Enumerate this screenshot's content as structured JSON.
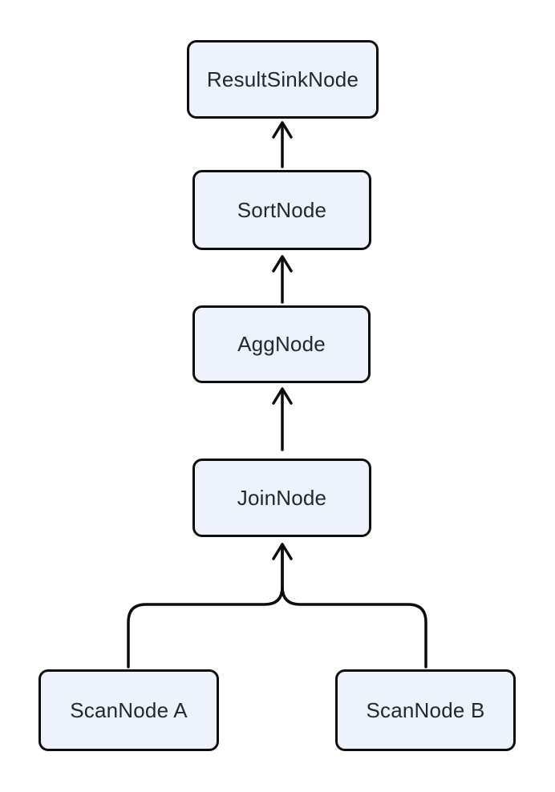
{
  "diagram": {
    "type": "flow-tree",
    "direction": "bottom-to-top",
    "nodes": [
      {
        "id": "result-sink",
        "label": "ResultSinkNode"
      },
      {
        "id": "sort",
        "label": "SortNode"
      },
      {
        "id": "agg",
        "label": "AggNode"
      },
      {
        "id": "join",
        "label": "JoinNode"
      },
      {
        "id": "scan-a",
        "label": "ScanNode A"
      },
      {
        "id": "scan-b",
        "label": "ScanNode B"
      }
    ],
    "edges": [
      {
        "from": "SortNode",
        "to": "ResultSinkNode",
        "arrow": "open-chevron"
      },
      {
        "from": "AggNode",
        "to": "SortNode",
        "arrow": "open-chevron"
      },
      {
        "from": "JoinNode",
        "to": "AggNode",
        "arrow": "open-chevron"
      },
      {
        "from": "ScanNode A",
        "to": "JoinNode",
        "arrow": "open-chevron",
        "style": "curved-merge"
      },
      {
        "from": "ScanNode B",
        "to": "JoinNode",
        "arrow": "open-chevron",
        "style": "curved-merge"
      }
    ],
    "colors": {
      "background": "#ffffff",
      "node_fill": "#edf2fb",
      "node_border": "#0d0d0d",
      "node_text": "#222733",
      "edge_stroke": "#0d0d0d"
    }
  }
}
